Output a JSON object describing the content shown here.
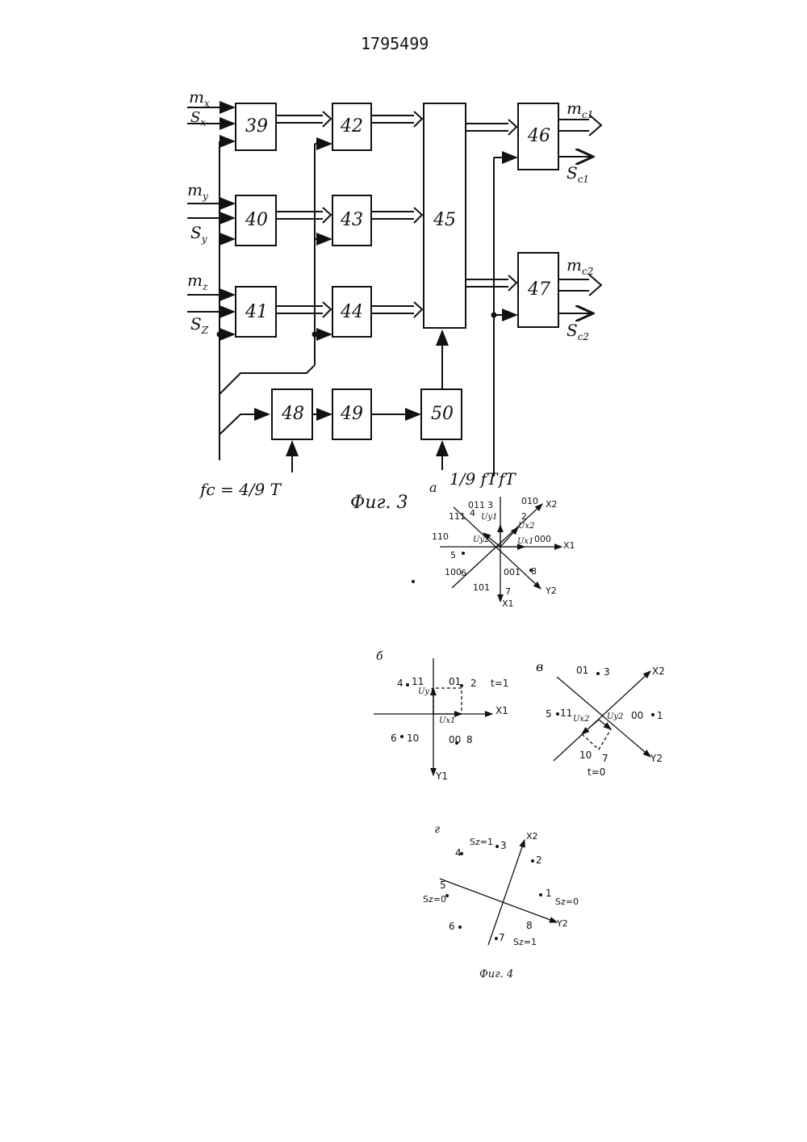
{
  "patent_number": "1795499",
  "fig3": {
    "caption": "Фиг. 3",
    "blocks": [
      "39",
      "40",
      "41",
      "42",
      "43",
      "44",
      "45",
      "46",
      "47",
      "48",
      "49",
      "50"
    ],
    "inputs": {
      "mx": "m",
      "mx_sub": "x",
      "sx": "S",
      "sx_sub": "x",
      "my": "m",
      "my_sub": "y",
      "sy": "S",
      "sy_sub": "y",
      "mz": "m",
      "mz_sub": "z",
      "sz": "S",
      "sz_sub": "Z"
    },
    "outputs": {
      "mc1": "m",
      "mc1_sub": "c1",
      "sc1": "S",
      "sc1_sub": "c1",
      "mc2": "m",
      "mc2_sub": "c2",
      "sc2": "S",
      "sc2_sub": "c2"
    },
    "fc_label": "fc = 4/9 T",
    "f19_label": "1/9 fT",
    "ft_label": "fT"
  },
  "fig4": {
    "caption": "Фиг. 4",
    "a": {
      "letter": "a",
      "labels": [
        "011",
        "3",
        "010",
        "X2",
        "111",
        "4",
        "2",
        "Uy1",
        "Ux2",
        "110",
        "Uy2",
        "Ux1",
        "000",
        "X1",
        "5",
        "100",
        "6",
        "001",
        "8",
        "Y2",
        "101",
        "7",
        "X1"
      ]
    },
    "b": {
      "letter": "б",
      "labels": [
        "4",
        "11",
        "01",
        "2",
        "t=1",
        "Uy1",
        "X1",
        "Ux1",
        "6",
        "10",
        "00",
        "8",
        "Y1"
      ]
    },
    "v": {
      "letter": "в",
      "labels": [
        "01",
        "3",
        "X2",
        "5",
        "11",
        "Ux2",
        "Uy2",
        "00",
        "1",
        "10",
        "7",
        "t=0",
        "Y2"
      ]
    },
    "g": {
      "letter": "г",
      "labels": [
        "X2",
        "Sz=1",
        "3",
        "4",
        "2",
        "5",
        "Sz=0",
        "1",
        "Sz=0",
        "6",
        "8",
        "Y2",
        "7",
        "Sz=1"
      ]
    }
  }
}
